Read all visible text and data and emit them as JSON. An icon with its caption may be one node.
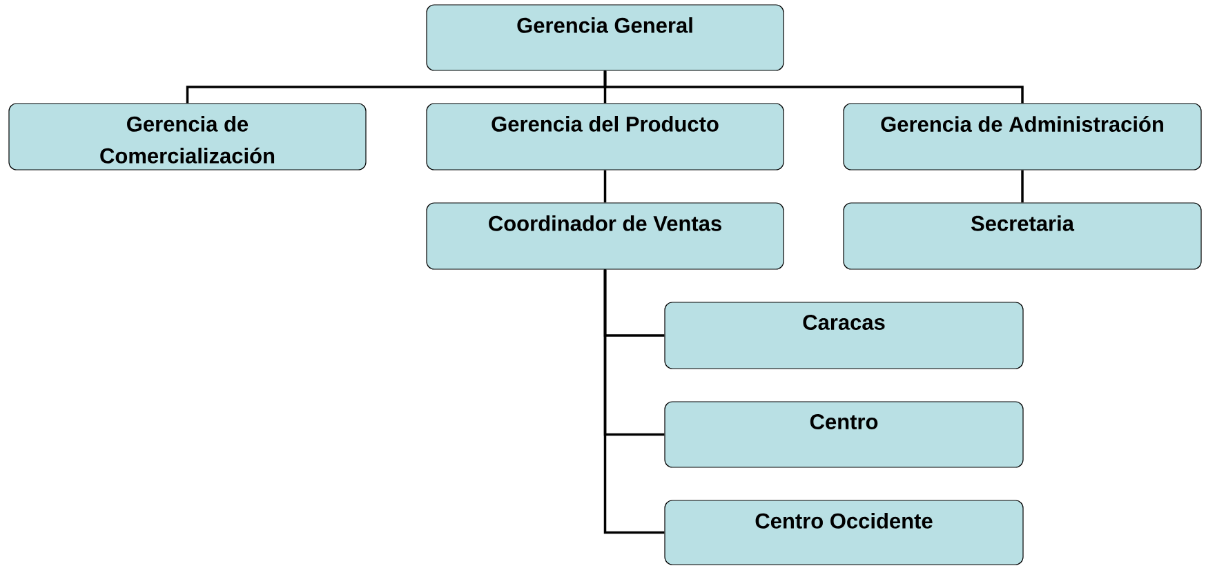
{
  "diagram": {
    "nodes": [
      {
        "text": [
          "Gerencia General"
        ]
      },
      {
        "text": [
          "Gerencia de Comercialización"
        ]
      },
      {
        "text": [
          "Gerencia del Producto"
        ]
      },
      {
        "text": [
          "Gerencia de Administración"
        ]
      },
      {
        "text": [
          "Coordinador de Ventas"
        ]
      },
      {
        "text": [
          "Secretaria"
        ]
      },
      {
        "text": [
          "Caracas"
        ]
      },
      {
        "text": [
          "Centro"
        ]
      },
      {
        "text": [
          "Centro Occidente"
        ]
      }
    ],
    "edges": [
      {
        "from": 0,
        "to": 1,
        "arrow": "none"
      },
      {
        "from": 0,
        "to": 2,
        "arrow": "none"
      },
      {
        "from": 0,
        "to": 3,
        "arrow": "none"
      },
      {
        "from": 2,
        "to": 4,
        "arrow": "none"
      },
      {
        "from": 3,
        "to": 5,
        "arrow": "none"
      },
      {
        "from": 4,
        "to": 6,
        "arrow": "none"
      },
      {
        "from": 4,
        "to": 7,
        "arrow": "none"
      },
      {
        "from": 4,
        "to": 8,
        "arrow": "none"
      }
    ]
  }
}
